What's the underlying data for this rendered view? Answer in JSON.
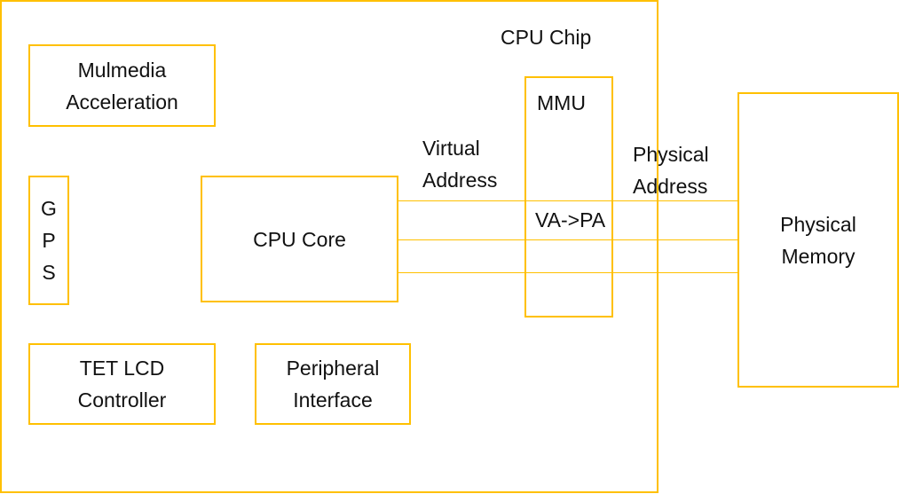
{
  "diagram": {
    "accent_color": "#FFC000",
    "chip_label": "CPU Chip",
    "blocks": {
      "multimedia": "Mulmedia\nAcceleration",
      "gps": [
        "G",
        "P",
        "S"
      ],
      "cpu_core": "CPU Core",
      "mmu_title": "MMU",
      "mmu_function": "VA->PA",
      "tft_lcd": "TET LCD\nController",
      "peripheral": "Peripheral\nInterface",
      "physical_memory": "Physical\nMemory"
    },
    "labels": {
      "virtual_address_1": "Virtual",
      "virtual_address_2": "Address",
      "physical_address_1": "Physical",
      "physical_address_2": "Address"
    }
  }
}
